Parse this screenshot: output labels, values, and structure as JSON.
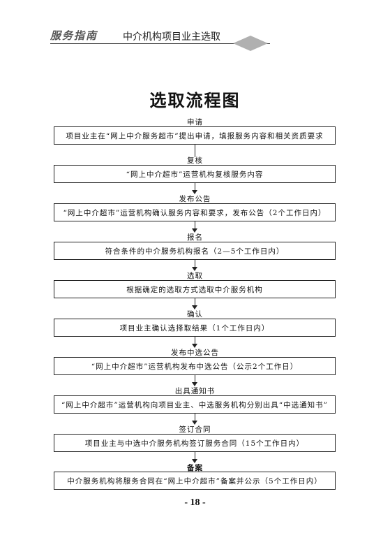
{
  "header": {
    "guide_label": "服务指南",
    "section_label": "中介机构项目业主选取"
  },
  "title": "选取流程图",
  "steps": [
    {
      "label": "申请",
      "text": "项目业主在“网上中介服务超市”提出申请，填报服务内容和相关资质要求"
    },
    {
      "label": "复核",
      "text": "“网上中介超市”运营机构复核服务内容"
    },
    {
      "label": "发布公告",
      "text": "“网上中介超市”运营机构确认服务内容和要求，发布公告（2个工作日内）"
    },
    {
      "label": "报名",
      "text": "符合条件的中介服务机构报名（2—5个工作日内）"
    },
    {
      "label": "选取",
      "text": "根据确定的选取方式选取中介服务机构"
    },
    {
      "label": "确认",
      "text": "项目业主确认选择取结果（1个工作日内）"
    },
    {
      "label": "发布中选公告",
      "text": "“网上中介超市”运营机构发布中选公告（公示2个工作日）"
    },
    {
      "label": "出具通知书",
      "text": "“网上中介超市”运营机构向项目业主、中选服务机构分别出具“中选通知书”"
    },
    {
      "label": "签订合同",
      "text": "项目业主与中选中介服务机构签订服务合同（15个工作日内）"
    },
    {
      "label": "备案",
      "text": "中介服务机构将服务合同在“网上中介超市”备案并公示（5个工作日内）"
    }
  ],
  "page_number": "- 18 -"
}
